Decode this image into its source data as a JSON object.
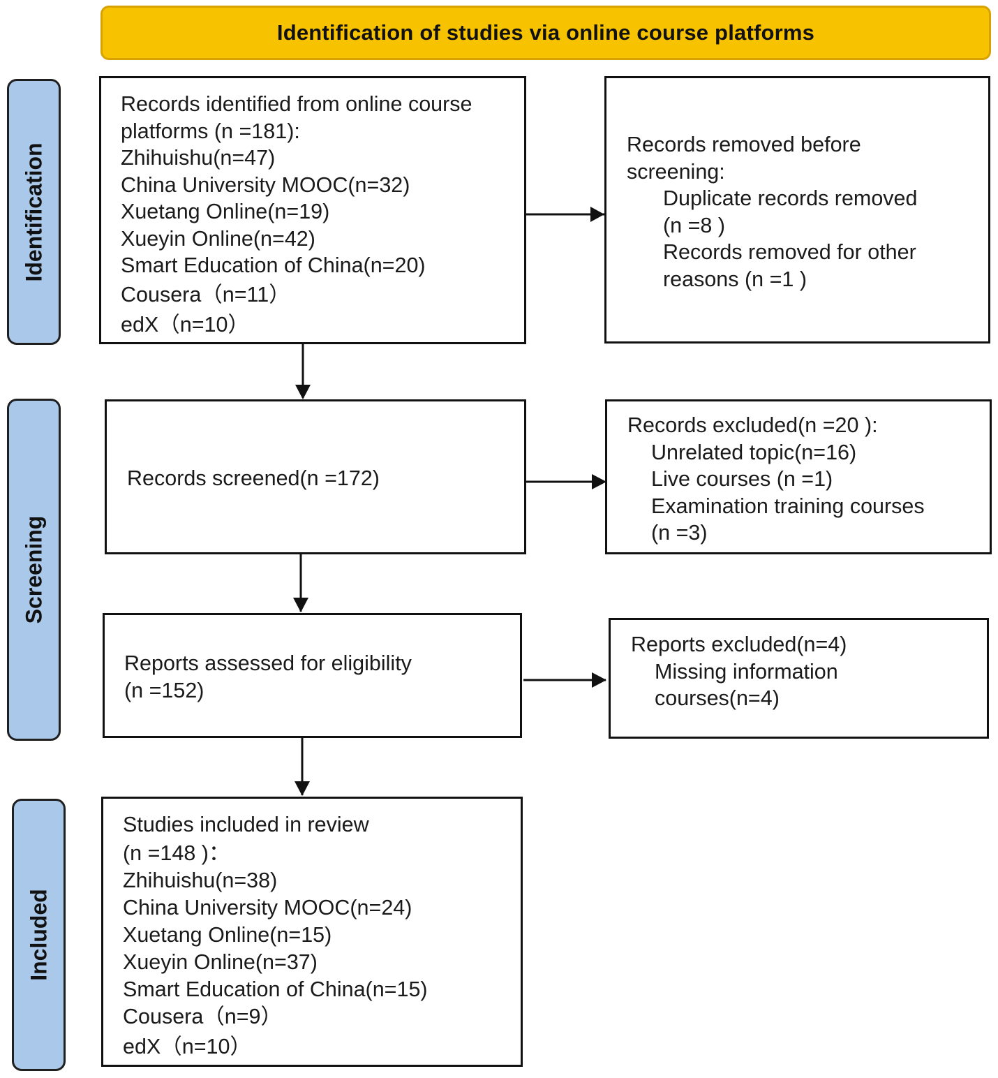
{
  "header": {
    "title": "Identification of studies via online course platforms"
  },
  "stages": {
    "identification": "Identification",
    "screening": "Screening",
    "included": "Included"
  },
  "boxes": {
    "identified": [
      "Records identified from online course",
      "platforms (n =181):",
      "Zhihuishu(n=47)",
      "China University MOOC(n=32)",
      "Xuetang Online(n=19)",
      "Xueyin Online(n=42)",
      "Smart Education of China(n=20)",
      "Cousera（n=11）",
      "edX（n=10）"
    ],
    "removed_before_screening": {
      "title": [
        "Records removed before",
        "screening:"
      ],
      "items": [
        "Duplicate records removed",
        "(n =8 )",
        "Records removed for other",
        "reasons (n =1 )"
      ]
    },
    "screened": [
      "Records screened(n =172)"
    ],
    "excluded": {
      "title": "Records excluded(n =20 ):",
      "items": [
        "Unrelated topic(n=16)",
        "Live courses (n =1)",
        "Examination training courses",
        "(n =3)"
      ]
    },
    "assessed": [
      "Reports assessed for eligibility",
      "(n =152)"
    ],
    "reports_excluded": {
      "title": "Reports excluded(n=4)",
      "items": [
        "Missing information",
        "courses(n=4)"
      ]
    },
    "included": [
      "Studies included in review",
      "(n =148 )：",
      "Zhihuishu(n=38)",
      "China University MOOC(n=24)",
      "Xuetang Online(n=15)",
      "Xueyin Online(n=37)",
      "Smart Education of China(n=15)",
      "Cousera（n=9）",
      "edX（n=10）"
    ]
  },
  "colors": {
    "header_fill": "#f7c200",
    "stage_fill": "#a9c8ea",
    "line": "#111111"
  }
}
